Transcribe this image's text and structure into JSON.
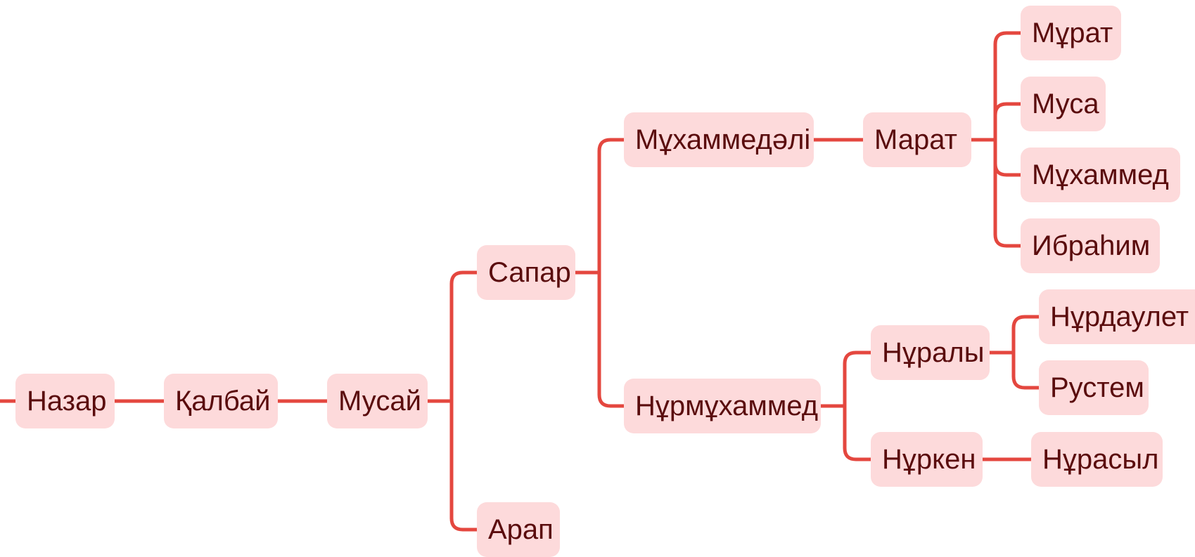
{
  "colors": {
    "node_fill": "#fddadb",
    "node_text": "#5a0c0d",
    "connector": "#e4473f",
    "background": "#ffffff"
  },
  "tree": {
    "nodes": {
      "nazar": "Назар",
      "kalbai": "Қалбай",
      "musai": "Мусай",
      "sapar": "Сапар",
      "arap": "Арап",
      "mukhammedali": "Мұхаммедәлі",
      "nurmukhammed": "Нұрмұхаммед",
      "marat": "Марат",
      "nuraly": "Нұралы",
      "nurken": "Нұркен",
      "murat": "Мұрат",
      "musa": "Муса",
      "mukhammed": "Мұхаммед",
      "ibrahim": "Ибраһим",
      "nurdaulet": "Нұрдаулет",
      "rustem": "Рустем",
      "nurasyl": "Нұрасыл"
    },
    "edges": [
      [
        "nazar",
        "kalbai"
      ],
      [
        "kalbai",
        "musai"
      ],
      [
        "musai",
        "sapar"
      ],
      [
        "musai",
        "arap"
      ],
      [
        "sapar",
        "mukhammedali"
      ],
      [
        "sapar",
        "nurmukhammed"
      ],
      [
        "mukhammedali",
        "marat"
      ],
      [
        "marat",
        "murat"
      ],
      [
        "marat",
        "musa"
      ],
      [
        "marat",
        "mukhammed"
      ],
      [
        "marat",
        "ibrahim"
      ],
      [
        "nurmukhammed",
        "nuraly"
      ],
      [
        "nurmukhammed",
        "nurken"
      ],
      [
        "nuraly",
        "nurdaulet"
      ],
      [
        "nuraly",
        "rustem"
      ],
      [
        "nurken",
        "nurasyl"
      ]
    ]
  }
}
